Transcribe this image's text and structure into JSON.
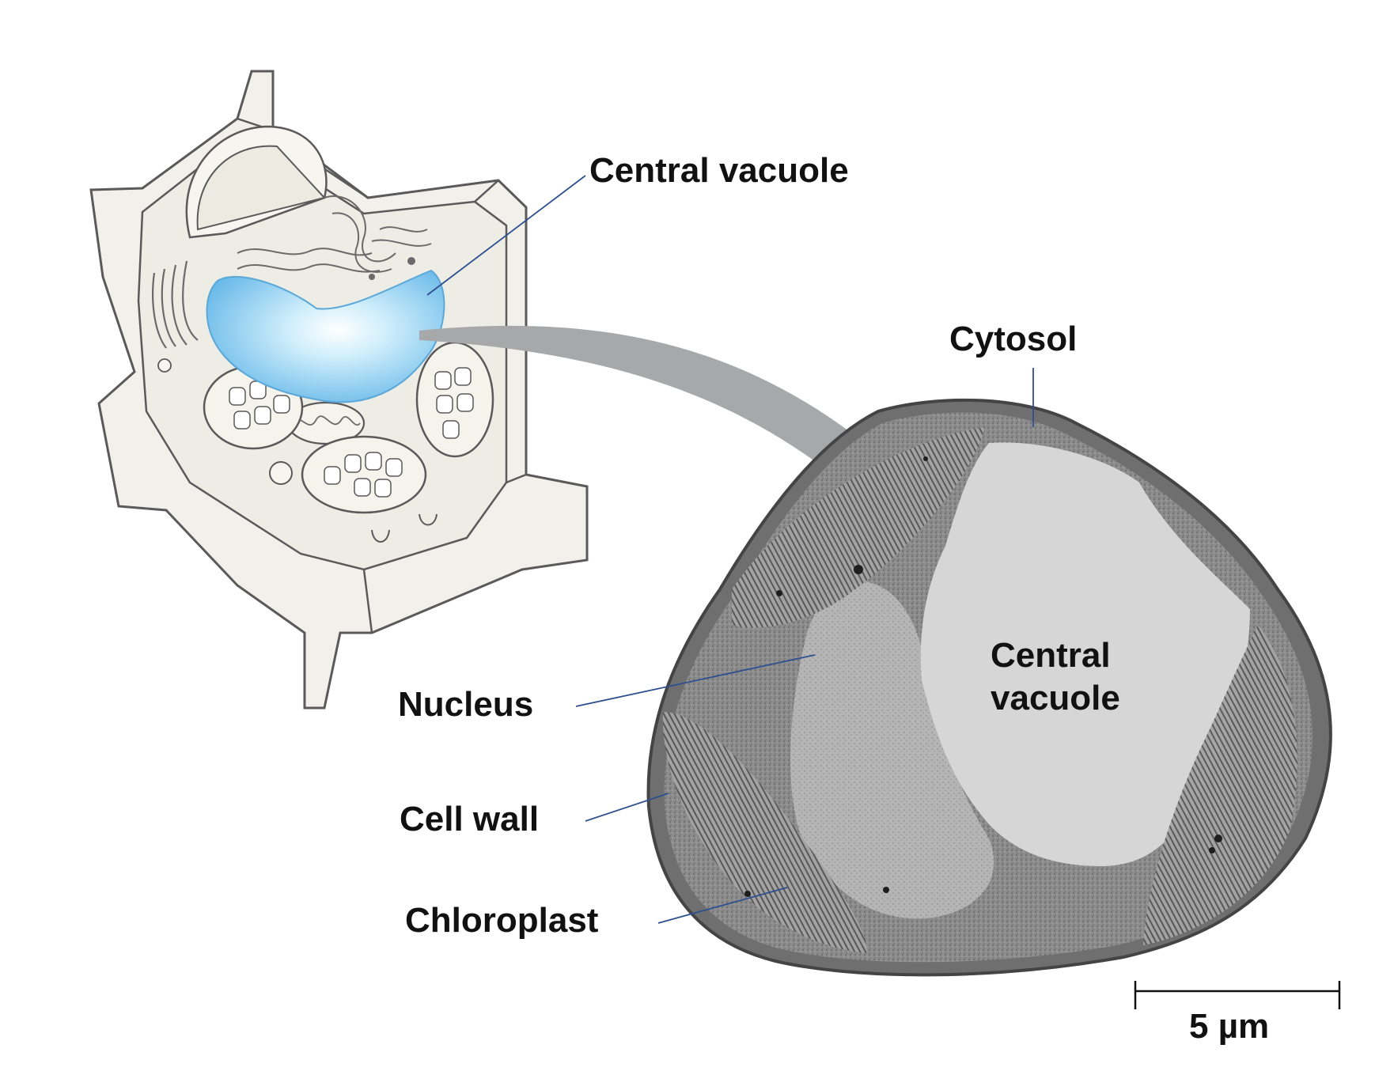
{
  "labels": {
    "central_vacuole_top": "Central vacuole",
    "cytosol": "Cytosol",
    "central_vacuole_micro_line1": "Central",
    "central_vacuole_micro_line2": "vacuole",
    "nucleus": "Nucleus",
    "cell_wall": "Cell wall",
    "chloroplast": "Chloroplast",
    "scale_bar": "5 µm"
  },
  "colors": {
    "leader_line": "#2f4f8f",
    "cell_fill": "#f1f0ea",
    "cell_stroke": "#5a5a5a",
    "vacuole_blue": "#7fc6ef",
    "arrow_gray": "#a7a8aa",
    "micrograph_dark": "#6e6e6e",
    "micrograph_light": "#d7d7d7"
  },
  "icons": {
    "arrow": "curved-arrow-icon"
  }
}
